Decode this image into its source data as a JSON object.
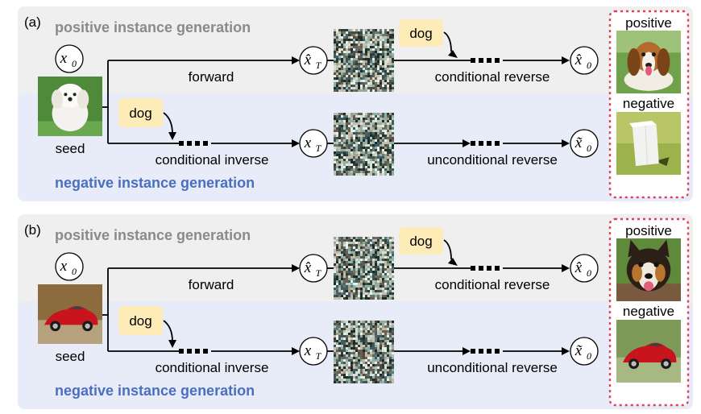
{
  "colors": {
    "positive_bg": "#efefef",
    "negative_bg": "#e8ecf8",
    "positive_title": "#8a8a8a",
    "negative_title": "#4a6fc1",
    "tag_bg": "#fdebb8",
    "dashed_border": "#e0405a"
  },
  "panels": [
    {
      "tag": "(a)",
      "positive_title": "positive instance generation",
      "negative_title": "negative instance generation",
      "x0": "x",
      "x0_sub": "0",
      "seed_label": "seed",
      "seed_image": "white-puppy",
      "forward_label": "forward",
      "xT_hat": "x̂",
      "xT_tilde": "x",
      "T_sub": "T",
      "top_prompt": "dog",
      "bottom_prompt": "dog",
      "dots": "···",
      "cond_reverse_label": "conditional reverse",
      "cond_inverse_label": "conditional inverse",
      "uncond_reverse_label": "unconditional reverse",
      "out_hat": "x̂",
      "out_tilde": "x̃",
      "out_sub": "0",
      "positive_label": "positive",
      "negative_label": "negative",
      "positive_image": "beagle-dog",
      "negative_image": "white-box"
    },
    {
      "tag": "(b)",
      "positive_title": "positive instance generation",
      "negative_title": "negative instance generation",
      "x0": "x",
      "x0_sub": "0",
      "seed_label": "seed",
      "seed_image": "red-car",
      "forward_label": "forward",
      "xT_hat": "x̂",
      "xT_tilde": "x",
      "T_sub": "T",
      "top_prompt": "dog",
      "bottom_prompt": "dog",
      "dots": "···",
      "cond_reverse_label": "conditional reverse",
      "cond_inverse_label": "conditional inverse",
      "uncond_reverse_label": "unconditional reverse",
      "out_hat": "x̂",
      "out_tilde": "x̃",
      "out_sub": "0",
      "positive_label": "positive",
      "negative_label": "negative",
      "positive_image": "dog-face",
      "negative_image": "red-car"
    }
  ]
}
